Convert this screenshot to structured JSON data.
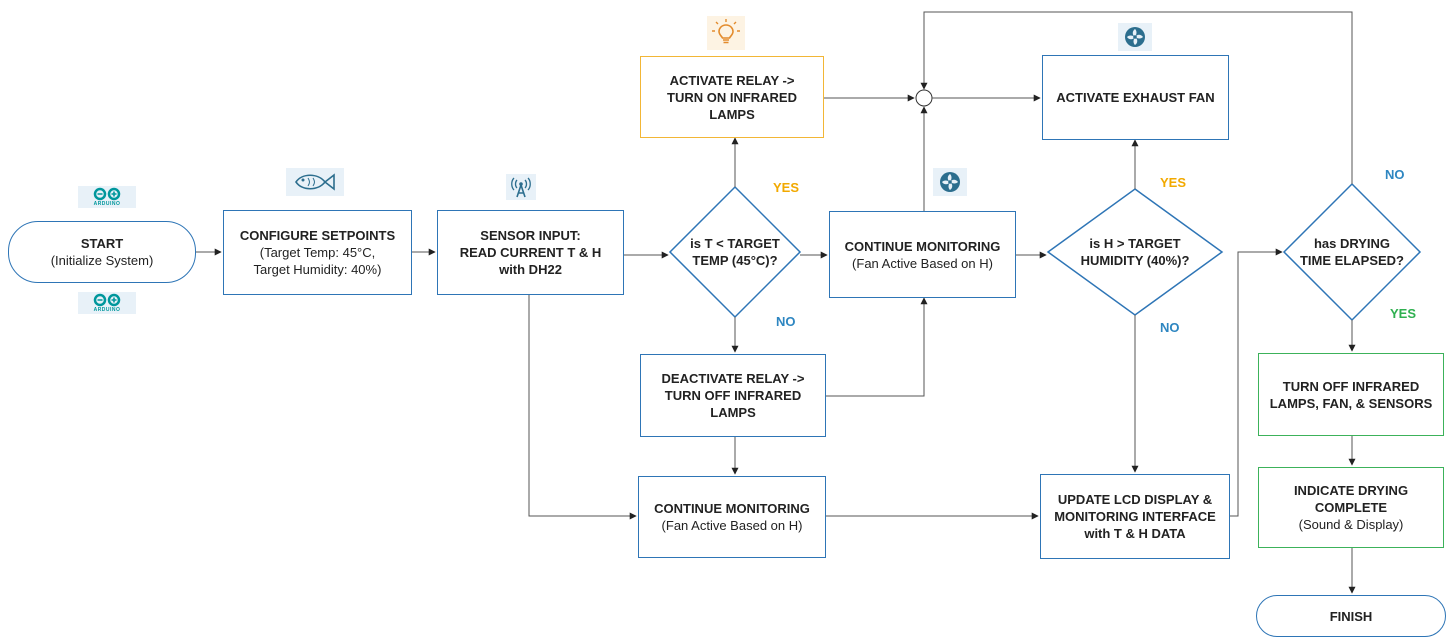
{
  "nodes": {
    "start": {
      "title": "START",
      "sub": "(Initialize System)"
    },
    "configure": {
      "title": "CONFIGURE SETPOINTS",
      "line2": "(Target Temp: 45°C,",
      "line3": "Target Humidity: 40%)"
    },
    "sensor": {
      "line1": "SENSOR INPUT:",
      "line2": "READ CURRENT T & H",
      "line3": "with DH22"
    },
    "decision_temp": {
      "line1": "is T < TARGET",
      "line2": "TEMP (45°C)?"
    },
    "activate_relay": {
      "line1": "ACTIVATE RELAY ->",
      "line2": "TURN ON INFRARED",
      "line3": "LAMPS"
    },
    "deactivate_relay": {
      "line1": "DEACTIVATE RELAY ->",
      "line2": "TURN OFF INFRARED",
      "line3": "LAMPS"
    },
    "continue_low": {
      "title": "CONTINUE MONITORING",
      "sub": "(Fan Active Based on H)"
    },
    "continue_mid": {
      "title": "CONTINUE MONITORING",
      "sub": "(Fan Active Based on H)"
    },
    "decision_hum": {
      "line1": "is H > TARGET",
      "line2": "HUMIDITY (40%)?"
    },
    "exhaust_fan": {
      "title": "ACTIVATE EXHAUST FAN"
    },
    "lcd": {
      "line1": "UPDATE LCD DISPLAY &",
      "line2": "MONITORING INTERFACE",
      "line3": "with T & H DATA"
    },
    "decision_time": {
      "line1": "has DRYING",
      "line2": "TIME ELAPSED?"
    },
    "turn_off": {
      "line1": "TURN OFF INFRARED",
      "line2": "LAMPS, FAN, & SENSORS"
    },
    "indicate": {
      "line1": "INDICATE DRYING",
      "line2": "COMPLETE",
      "line3": "(Sound & Display)"
    },
    "finish": {
      "title": "FINISH"
    }
  },
  "labels": {
    "temp_yes": "YES",
    "temp_no": "NO",
    "hum_yes": "YES",
    "hum_no": "NO",
    "time_no": "NO",
    "time_yes": "YES"
  },
  "icons": {
    "arduino_top": {
      "name": "arduino-logo-icon",
      "text": "ARDUINO"
    },
    "arduino_bottom": {
      "name": "arduino-logo-icon",
      "text": "ARDUINO"
    },
    "fish": "fish-icon",
    "antenna": "antenna-icon",
    "bulb": "lightbulb-icon",
    "fan_top": "fan-icon",
    "fan_mid": "fan-icon"
  },
  "colors": {
    "box_border": "#2e75b6",
    "relay_on_border": "#f2b636",
    "finish_border": "#3cb25a",
    "yes_orange": "#f2a900",
    "yes_green": "#2fb050",
    "no_blue": "#2e86c1",
    "icon_bg": "#e8f1f8",
    "icon_fg": "#2c6e8e"
  }
}
